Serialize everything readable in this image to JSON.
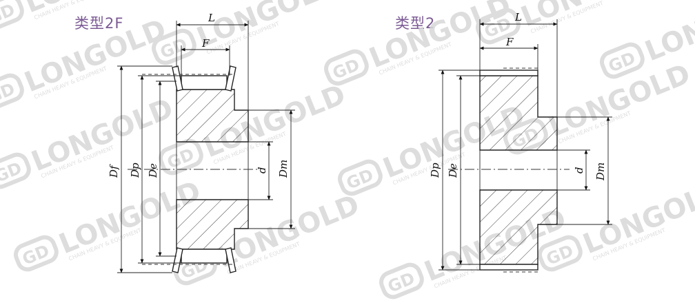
{
  "watermark": {
    "brand": "LONGOLD",
    "sub": "CHAIN HEAVY & EQUIPMENT",
    "logo": "gd-logo"
  },
  "left_diagram": {
    "title": "类型2F",
    "labels": {
      "L": "L",
      "F": "F",
      "Df": "Df",
      "Dp": "Dp",
      "De": "De",
      "d": "d",
      "Dm": "Dm"
    }
  },
  "right_diagram": {
    "title": "类型2",
    "labels": {
      "L": "L",
      "F": "F",
      "Dp": "Dp",
      "De": "De",
      "d": "d",
      "Dm": "Dm"
    }
  },
  "colors": {
    "title": "#7b5a94",
    "line": "#222222",
    "watermark": "#d7d7d7"
  }
}
